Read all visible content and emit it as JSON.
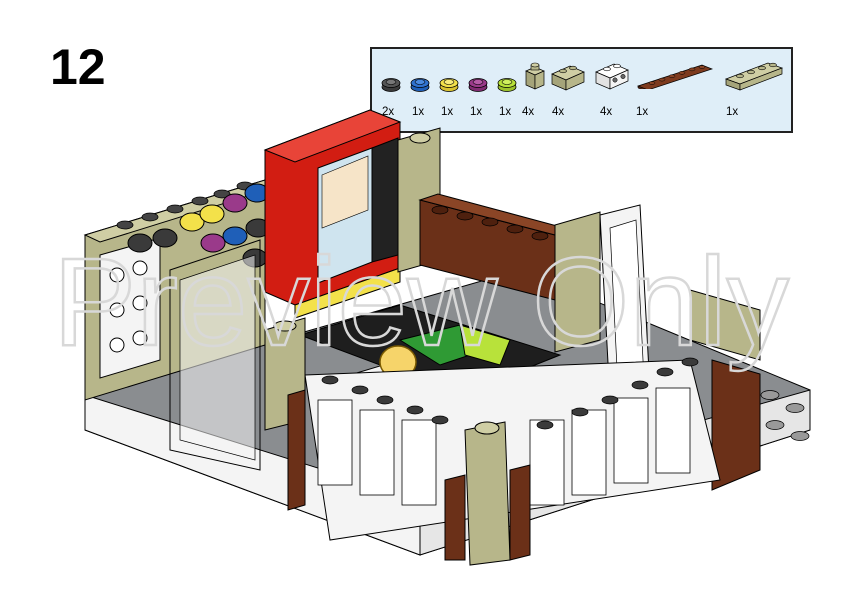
{
  "step": {
    "number": "12"
  },
  "parts_list": [
    {
      "qty": "2x",
      "part": "round-plate-1x1",
      "color": "#3a3a3a"
    },
    {
      "qty": "1x",
      "part": "round-plate-1x1",
      "color": "#1f5fb8"
    },
    {
      "qty": "1x",
      "part": "round-plate-1x1",
      "color": "#f3e14a"
    },
    {
      "qty": "1x",
      "part": "round-plate-1x1",
      "color": "#9a3a8a"
    },
    {
      "qty": "1x",
      "part": "round-plate-1x1",
      "color": "#b8e23a"
    },
    {
      "qty": "4x",
      "part": "brick-1x1",
      "color": "#b7b68a"
    },
    {
      "qty": "4x",
      "part": "brick-1x2",
      "color": "#b7b68a"
    },
    {
      "qty": "4x",
      "part": "technic-brick-1x2",
      "color": "#f4f4f4"
    },
    {
      "qty": "1x",
      "part": "plate-1x6",
      "color": "#6b3018"
    },
    {
      "qty": "1x",
      "part": "brick-1x4",
      "color": "#b7b68a"
    }
  ],
  "watermark": {
    "text": "Preview Only"
  },
  "colors": {
    "tan": "#b7b68a",
    "red": "#d21d12",
    "brown": "#6b3018",
    "gray": "#8a8d90",
    "white": "#f4f4f4",
    "parts_background": "#dfeef8"
  }
}
